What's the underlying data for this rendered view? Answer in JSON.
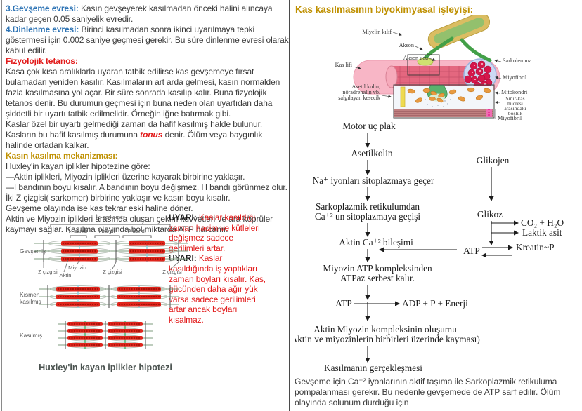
{
  "left": {
    "phase3_label": "3.Gevşeme evresi:",
    "phase3_text": " Kasın gevşeyerek kasılmadan önceki halini alıncaya kadar geçen 0.05 saniyelik evredir.",
    "phase4_label": "4.Dinlenme evresi:",
    "phase4_text": " Birinci kasılmadan sonra ikinci uyarılmaya tepki göstermesi için 0.002 saniye geçmesi gerekir. Bu süre dinlenme evresi olarak kabul edilir.",
    "tetanos_heading": "Fizyolojik tetanos:",
    "tetanos_text": "Kasa çok kısa aralıklarla uyaran tatbik edilirse kas gevşemeye fırsat bulamadan yeniden kasılır. Kasılmaların art arda gelmesi, kasın normalden fazla kasılmasına yol açar. Bir süre sonrada kasılıp kalır. Buna fizyolojik tetanos denir. Bu durumun geçmesi için buna neden olan uyartıdan daha şiddetli bir uyartı tatbik edilmelidir. Örneğin iğne batırmak gibi.",
    "tonus_pre": "Kaslar özel bir uyartı gelmediği zaman da hafif kasılmış halde bulunur. Kasların bu hafif kasılmış durumuna ",
    "tonus_word": "tonus",
    "tonus_post": " denir. Ölüm veya baygınlık halinde ortadan kalkar.",
    "mechanism_heading": "Kasın kasılma mekanizması:",
    "m1": "Huxley'in kayan iplikler hipotezine göre:",
    "m2": "—Aktin iplikleri, Miyozin iplikleri üzerine kayarak birbirine yaklaşır.",
    "m3": "—I bandının boyu kısalır. A bandının boyu değişmez. H bandı görünmez olur. İki Z çizgisi( sarkomer) birbirine yaklaşır ve kasın boyu kısalır.",
    "m4": "Gevşeme olayında ise kas tekrar eski haline döner.",
    "m5": "Aktin ve Miyozin iplikleri arasında oluşan çekim kuvvetleri ve ara köprüler kaymayı sağlar. Kasılma olayında bol miktarda ATP harcanır."
  },
  "uyari": {
    "label1": "UYARI:",
    "text1": " Kaslar kasıldığı zaman hacim ve kütleleri değişmez sadece gerilimleri artar.",
    "label2": "UYARI:",
    "text2": " Kaslar kasıldığında iş yaptıkları zaman boyları kısalır. Kas, gücünden daha ağır yük varsa sadece gerilimleri artar ancak boyları kısalmaz."
  },
  "huxley": {
    "iki_sarkomer": "İki sarkomer",
    "h_bandi": "H bandı",
    "i_bandi": "I bandı",
    "a_bandi": "A bandı",
    "row1": "Gevşemiş",
    "row2a": "Kısmen",
    "row2b": "kasılmış",
    "row3": "Kasılmış",
    "z1": "Z çizgisi",
    "z2": "Z çizgisi",
    "z3": "Z çizgisi",
    "miyozin": "Miyozin",
    "aktin": "Aktin",
    "caption": "Huxley'in kayan iplikler hipotezi"
  },
  "right": {
    "title": "Kas kasılmasının biyokimyasal işleyişi:",
    "anatomy": {
      "miyelin": "Miyelin kılıf",
      "akson": "Akson",
      "akson_ucu": "Akson ucu",
      "kas_lifi": "Kas lifi",
      "sarkolemma": "Sarkolemma",
      "miyofibril1": "Miyofibril",
      "kesecik1": "Asetil kolin,",
      "kesecik2": "nöradrenalin vb.",
      "kesecik3": "salgılayan kesecik",
      "mitokondri": "Mitokondri",
      "bosluk1": "Sinir-kas",
      "bosluk2": "hücresi",
      "bosluk3": "arasındaki",
      "bosluk4": "boşluk",
      "miyofibril2": "Miyofibril"
    },
    "flow": {
      "motor": "Motor uç plak",
      "asetilkolin": "Asetilkolin",
      "na": "Na⁺ iyonları sitoplazmaya geçer",
      "sarko1": "Sarkoplazmik retikulumdan",
      "sarko2": "Ca⁺² un sitoplazmaya geçişi",
      "aktin_ca": "Aktin Ca⁺² bileşimi",
      "miyozin1": "Miyozin ATP kompleksinden",
      "miyozin2": "ATPaz serbest kalır.",
      "atp_left": "ATP",
      "adp": "ADP + P + Enerji",
      "kompleks1": "Aktin Miyozin kompleksinin oluşumu",
      "kompleks2": "(Aktin ve miyozinlerin birbirleri üzerinde kayması)",
      "kasilma": "Kasılmanın gerçekleşmesi",
      "glikojen": "Glikojen",
      "glikoz": "Glikoz",
      "co2": "CO₂ + H₂O",
      "laktik": "Laktik asit",
      "atp_right": "ATP",
      "kreatin": "Kreatin~P"
    },
    "footer": "Gevşeme için Ca⁺² iyonlarının aktif taşıma ile Sarkoplazmik retikuluma pompalanması gerekir. Bu nedenle gevşemede de ATP sarf edilir. Ölüm olayında solunum durduğu için"
  },
  "colors": {
    "heading_blue": "#2E74B5",
    "heading_red": "#E21B1B",
    "heading_gold": "#BF9000",
    "body_text": "#3B3B3B",
    "myosin_red": "#E0251C",
    "muscle_pink": "#F8B6C6",
    "axon_green": "#43A048"
  }
}
